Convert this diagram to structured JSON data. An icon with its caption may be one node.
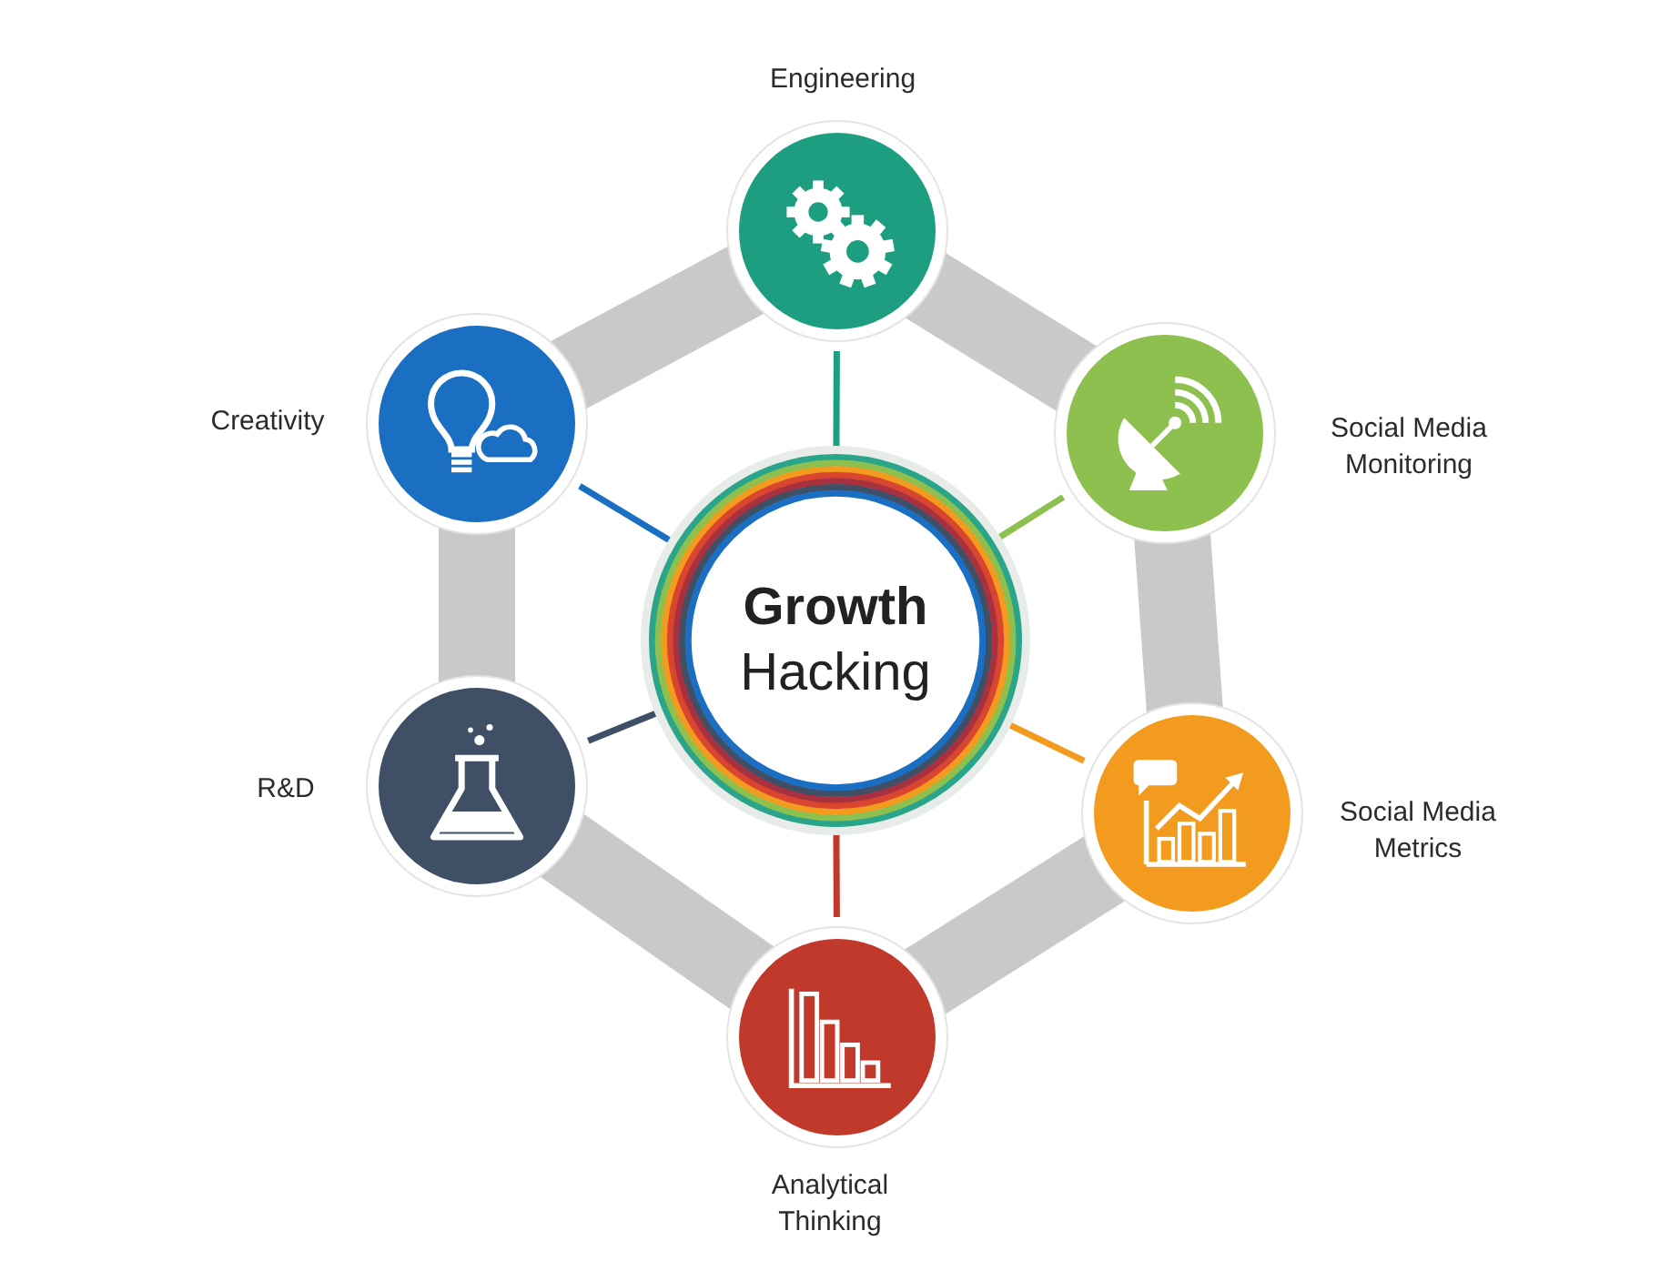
{
  "diagram": {
    "nodes": [
      {
        "text": [
          "**Growth** Hacking"
        ]
      },
      {
        "text": [
          "Engineering"
        ]
      },
      {
        "text": [
          "Social Media Monitoring"
        ]
      },
      {
        "text": [
          "Social Media Metrics"
        ]
      },
      {
        "text": [
          "Analytical Thinking"
        ]
      },
      {
        "text": [
          "R&D"
        ]
      },
      {
        "text": [
          "Creativity"
        ]
      }
    ],
    "edges": [
      {
        "from": 0,
        "to": 1,
        "arrow": "none",
        "color": "#1e9e80"
      },
      {
        "from": 0,
        "to": 2,
        "arrow": "none",
        "color": "#8dc04f"
      },
      {
        "from": 0,
        "to": 3,
        "arrow": "none",
        "color": "#f29b1e"
      },
      {
        "from": 0,
        "to": 4,
        "arrow": "none",
        "color": "#c0392b"
      },
      {
        "from": 0,
        "to": 5,
        "arrow": "none",
        "color": "#3e4f66"
      },
      {
        "from": 0,
        "to": 6,
        "arrow": "none",
        "color": "#1b6fc3"
      }
    ]
  }
}
